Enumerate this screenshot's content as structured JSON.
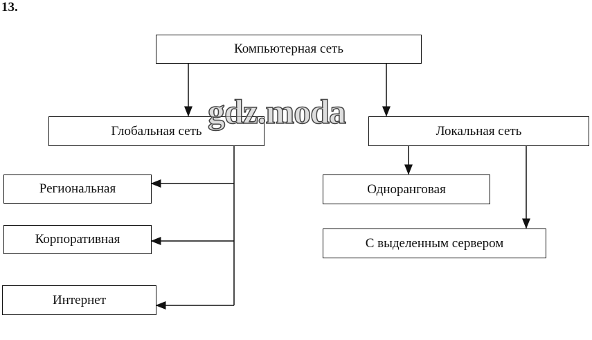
{
  "task_number": "13.",
  "watermark": "gdz.moda",
  "nodes": {
    "root": "Компьютерная сеть",
    "global": "Глобальная сеть",
    "local": "Локальная сеть",
    "regional": "Региональная",
    "corporate": "Корпоративная",
    "internet": "Интернет",
    "peer": "Одноранговая",
    "server": "С выделенным сервером"
  }
}
